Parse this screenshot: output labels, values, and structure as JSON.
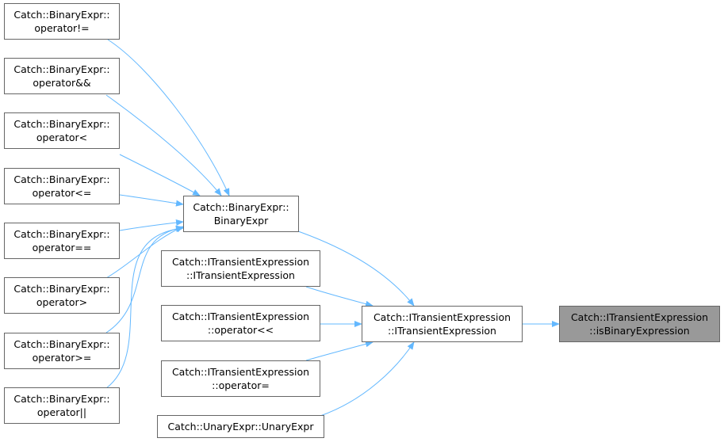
{
  "nodes": {
    "op_ne": {
      "line1": "Catch::BinaryExpr::",
      "line2": "operator!="
    },
    "op_and": {
      "line1": "Catch::BinaryExpr::",
      "line2": "operator&&"
    },
    "op_lt": {
      "line1": "Catch::BinaryExpr::",
      "line2": "operator<"
    },
    "op_le": {
      "line1": "Catch::BinaryExpr::",
      "line2": "operator<="
    },
    "op_eq": {
      "line1": "Catch::BinaryExpr::",
      "line2": "operator=="
    },
    "op_gt": {
      "line1": "Catch::BinaryExpr::",
      "line2": "operator>"
    },
    "op_ge": {
      "line1": "Catch::BinaryExpr::",
      "line2": "operator>="
    },
    "op_or": {
      "line1": "Catch::BinaryExpr::",
      "line2": "operator||"
    },
    "binexpr_ctor": {
      "line1": "Catch::BinaryExpr::",
      "line2": "BinaryExpr"
    },
    "ite_ctor_a": {
      "line1": "Catch::ITransientExpression",
      "line2": "::ITransientExpression"
    },
    "ite_op_shl": {
      "line1": "Catch::ITransientExpression",
      "line2": "::operator<<"
    },
    "ite_op_assign": {
      "line1": "Catch::ITransientExpression",
      "line2": "::operator="
    },
    "unary_ctor": {
      "line1": "Catch::UnaryExpr::UnaryExpr",
      "line2": ""
    },
    "ite_ctor_main": {
      "line1": "Catch::ITransientExpression",
      "line2": "::ITransientExpression"
    },
    "is_binary": {
      "line1": "Catch::ITransientExpression",
      "line2": "::isBinaryExpression"
    }
  },
  "colors": {
    "edge": "#63b8ff",
    "node_border": "#666666",
    "current_node_fill": "#999999"
  }
}
